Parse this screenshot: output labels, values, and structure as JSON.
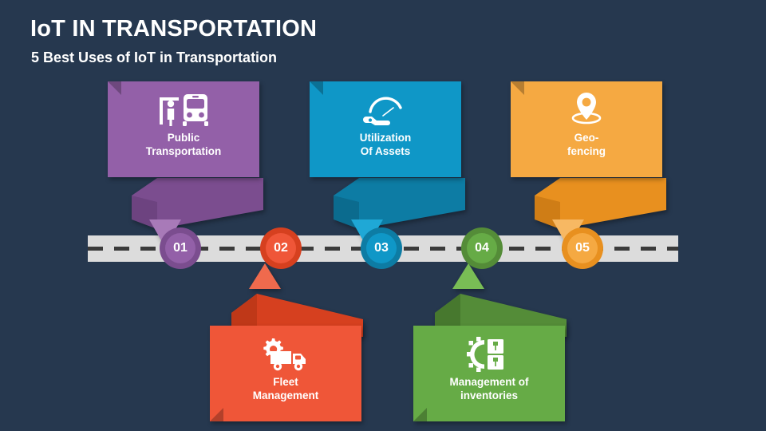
{
  "header": {
    "title": "IoT IN TRANSPORTATION",
    "subtitle": "5 Best Uses of IoT in Transportation"
  },
  "colors": {
    "background": "#26384f",
    "road": "#dcdcdc",
    "road_dash": "#3b3b3b",
    "purple": "#9360a8",
    "purple_dark": "#7b4d8f",
    "blue": "#0f97c7",
    "blue_dark": "#0d7ca4",
    "orange": "#f5a942",
    "orange_dark": "#e8901f",
    "red": "#ef5638",
    "red_dark": "#d6401f",
    "green": "#66ab46",
    "green_dark": "#548c38"
  },
  "steps": [
    {
      "number": "01",
      "label_line1": "Public",
      "label_line2": "Transportation",
      "icon": "bus-stop-icon",
      "color": "#9360a8",
      "ring_color": "#7b4d8f",
      "position": "top"
    },
    {
      "number": "02",
      "label_line1": "Fleet",
      "label_line2": "Management",
      "icon": "truck-gear-icon",
      "color": "#ef5638",
      "ring_color": "#d6401f",
      "position": "bottom"
    },
    {
      "number": "03",
      "label_line1": "Utilization",
      "label_line2": "Of Assets",
      "icon": "hand-gauge-icon",
      "color": "#0f97c7",
      "ring_color": "#0d7ca4",
      "position": "top"
    },
    {
      "number": "04",
      "label_line1": "Management of",
      "label_line2": "inventories",
      "icon": "gear-boxes-icon",
      "color": "#66ab46",
      "ring_color": "#548c38",
      "position": "bottom"
    },
    {
      "number": "05",
      "label_line1": "Geo-",
      "label_line2": "fencing",
      "icon": "map-pin-icon",
      "color": "#f5a942",
      "ring_color": "#e8901f",
      "position": "top"
    }
  ]
}
